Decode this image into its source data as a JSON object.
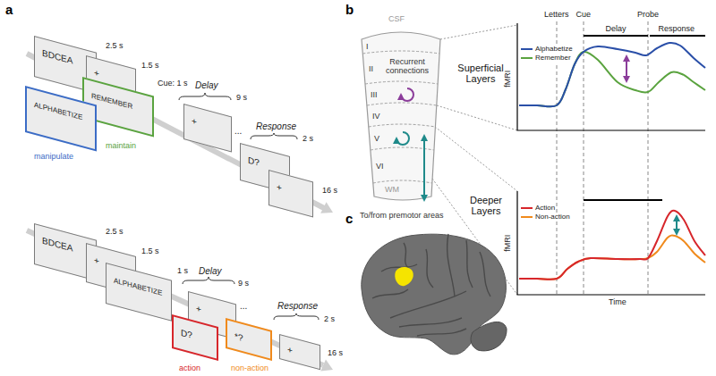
{
  "diagram": {
    "nodes": [
      {
        "text": [
          "BDCEA"
        ]
      },
      {
        "text": [
          "+"
        ]
      },
      {
        "text": [
          "ALPHABETIZE"
        ]
      },
      {
        "text": [
          "REMEMBER"
        ]
      },
      {
        "text": [
          "+"
        ]
      },
      {
        "text": [
          "D?"
        ]
      },
      {
        "text": [
          "+"
        ]
      },
      {
        "text": [
          "BDCEA"
        ]
      },
      {
        "text": [
          "+"
        ]
      },
      {
        "text": [
          "ALPHABETIZE"
        ]
      },
      {
        "text": [
          "+"
        ]
      },
      {
        "text": [
          "D?"
        ]
      },
      {
        "text": [
          "*?"
        ]
      },
      {
        "text": [
          "+"
        ]
      }
    ],
    "labels": [
      "a",
      "2.5 s",
      "1.5 s",
      "Cue: 1 s",
      "Delay",
      "9 s",
      "...",
      "Response",
      "2 s",
      "16 s",
      "manipulate",
      "maintain",
      "2.5 s",
      "1.5 s",
      "1 s",
      "Delay",
      "9 s",
      "...",
      "Response",
      "2 s",
      "16 s",
      "action",
      "non-action",
      "b",
      "CSF",
      "I",
      "II",
      "III",
      "IV",
      "V",
      "VI",
      "WM",
      "Recurrent connections",
      "To/from premotor areas",
      "Superficial Layers",
      "Deeper Layers",
      "Letters",
      "Cue",
      "Probe",
      "Delay",
      "Response",
      "fMRI",
      "fMRI",
      "Time",
      "c"
    ],
    "legend": [
      {
        "text": "Alphabetize"
      },
      {
        "text": "Remember"
      },
      {
        "text": "Action"
      },
      {
        "text": "Non-action"
      }
    ]
  }
}
